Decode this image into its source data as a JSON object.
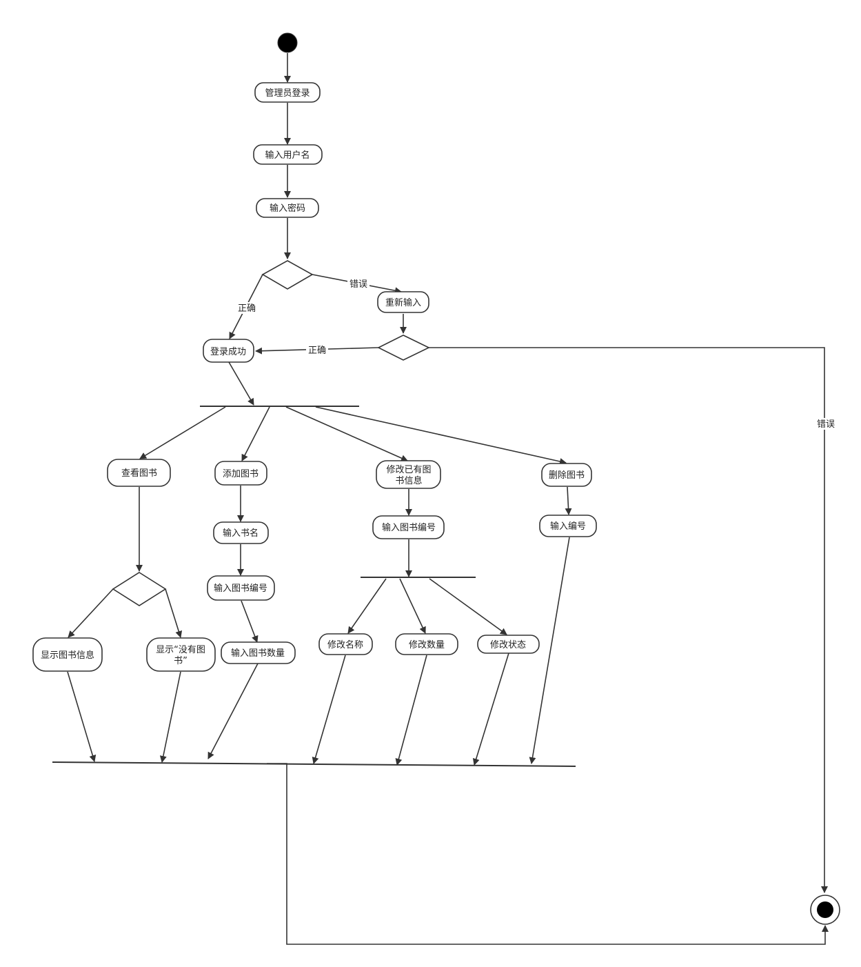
{
  "diagram": {
    "nodes": {
      "admin_login": "管理员登录",
      "enter_username": "输入用户名",
      "enter_password": "输入密码",
      "reenter": "重新输入",
      "login_success": "登录成功",
      "view_books": "查看图书",
      "add_book": "添加图书",
      "modify_book_line1": "修改已有图",
      "modify_book_line2": "书信息",
      "delete_book": "删除图书",
      "enter_book_name": "输入书名",
      "enter_book_id_add": "输入图书编号",
      "enter_book_qty": "输入图书数量",
      "enter_book_id_modify": "输入图书编号",
      "enter_id_delete": "输入编号",
      "show_book_info": "显示图书信息",
      "show_no_book_line1": "显示“没有图",
      "show_no_book_line2": "书”",
      "modify_name": "修改名称",
      "modify_qty": "修改数量",
      "modify_status": "修改状态"
    },
    "edge_labels": {
      "wrong_1": "错误",
      "correct_1": "正确",
      "correct_2": "正确",
      "wrong_2": "错误"
    }
  }
}
